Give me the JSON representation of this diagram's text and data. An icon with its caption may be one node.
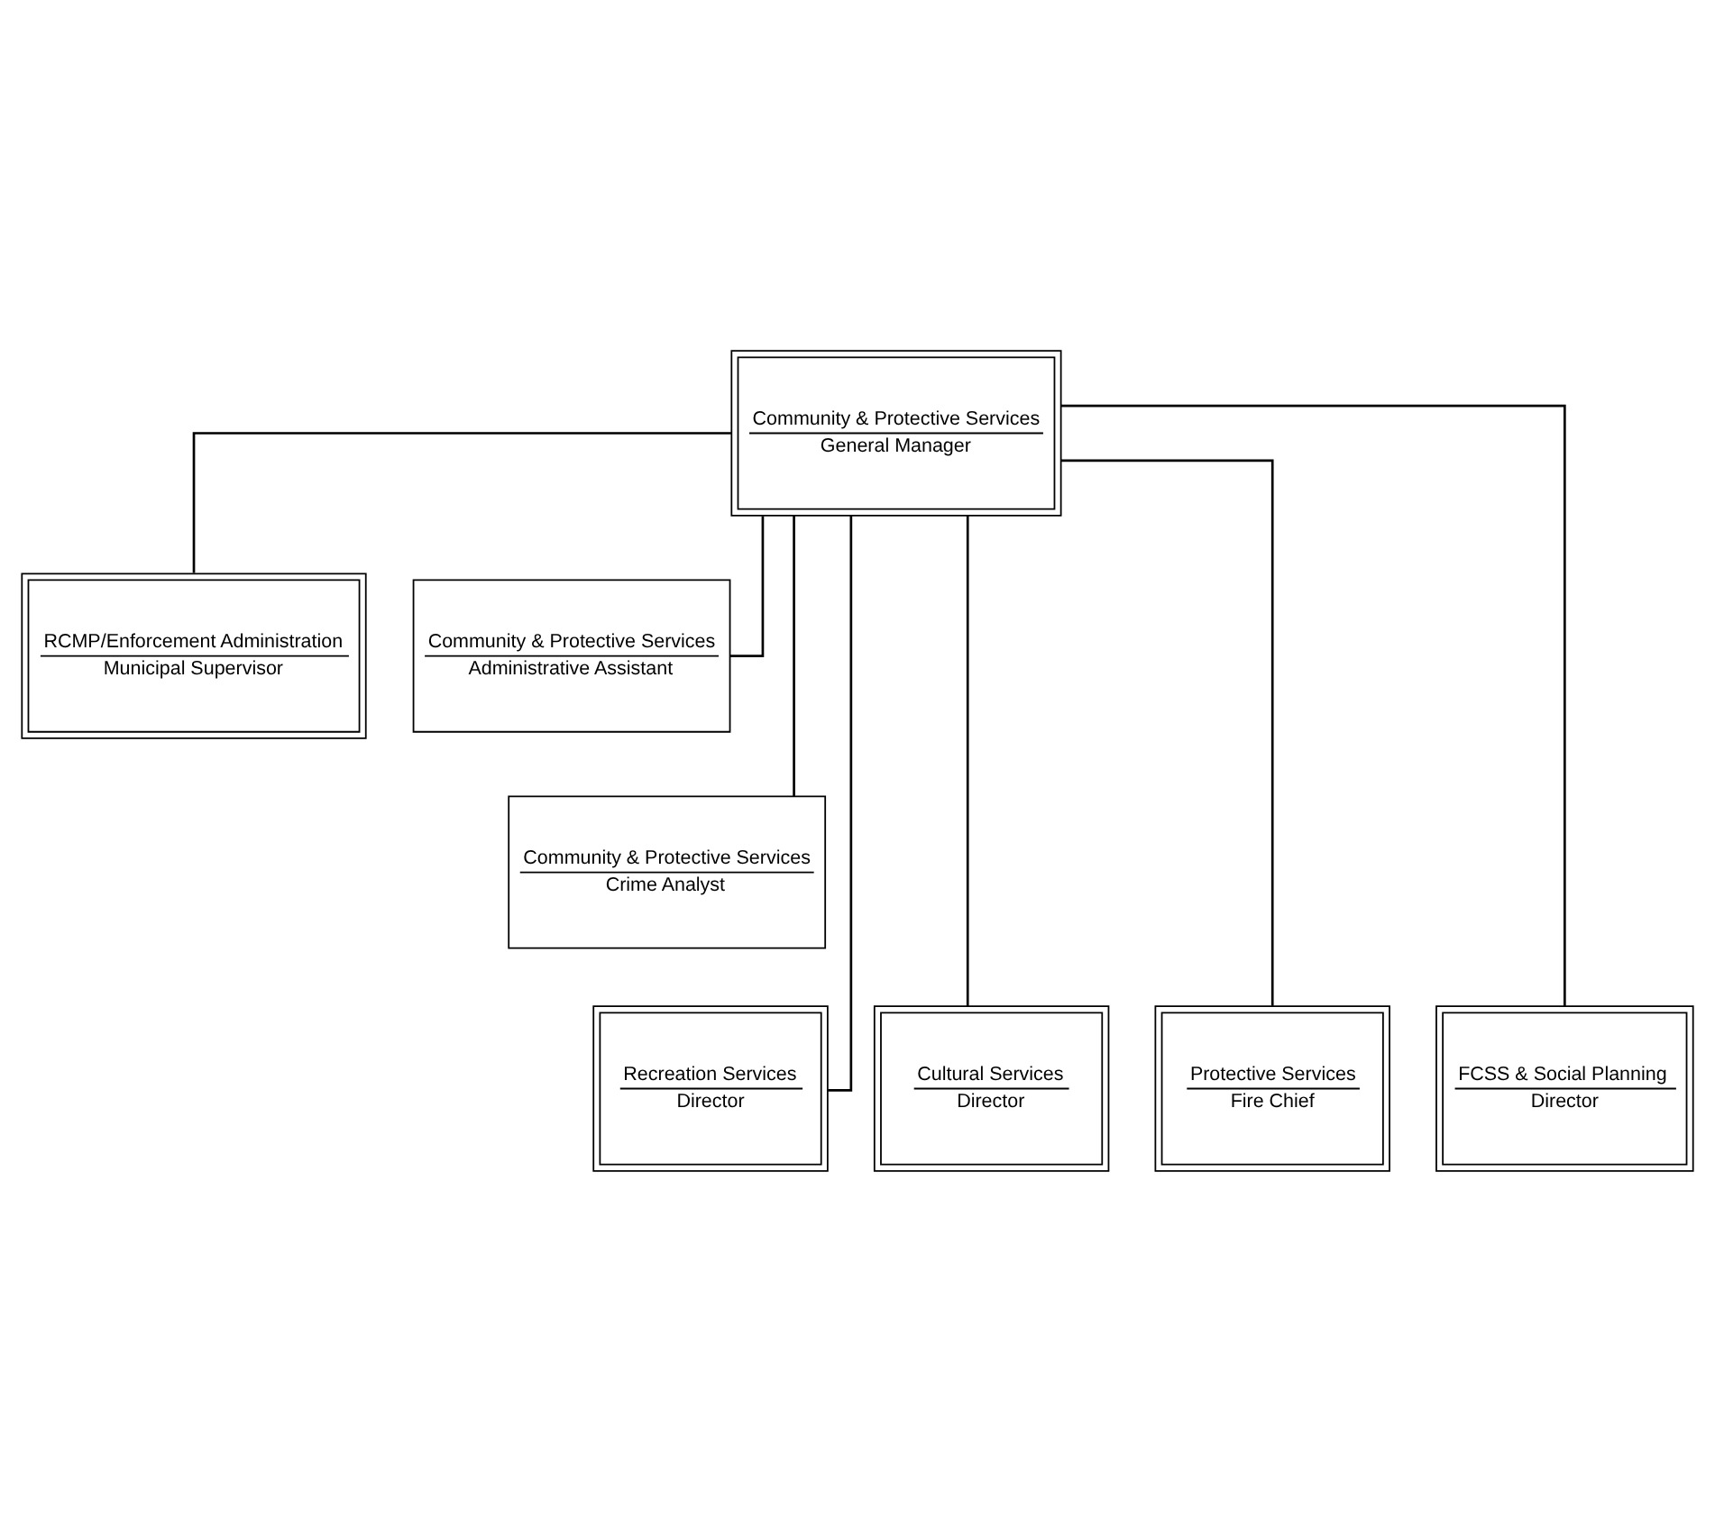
{
  "diagram": {
    "nodes": [
      {
        "text": [
          "Community & Protective Services",
          "General Manager"
        ]
      },
      {
        "text": [
          "RCMP/Enforcement Administration",
          "Municipal Supervisor"
        ]
      },
      {
        "text": [
          "Community & Protective Services",
          "Administrative Assistant"
        ]
      },
      {
        "text": [
          "Community & Protective Services",
          "Crime Analyst"
        ]
      },
      {
        "text": [
          "Recreation Services",
          "Director"
        ]
      },
      {
        "text": [
          "Cultural Services",
          "Director"
        ]
      },
      {
        "text": [
          "Protective Services",
          "Fire Chief"
        ]
      },
      {
        "text": [
          "FCSS & Social Planning",
          "Director"
        ]
      }
    ],
    "edges": [
      {
        "from": 0,
        "to": 1,
        "arrow": "none"
      },
      {
        "from": 0,
        "to": 2,
        "arrow": "none"
      },
      {
        "from": 0,
        "to": 3,
        "arrow": "none"
      },
      {
        "from": 0,
        "to": 4,
        "arrow": "none"
      },
      {
        "from": 0,
        "to": 5,
        "arrow": "none"
      },
      {
        "from": 0,
        "to": 6,
        "arrow": "none"
      },
      {
        "from": 0,
        "to": 7,
        "arrow": "none"
      }
    ]
  }
}
